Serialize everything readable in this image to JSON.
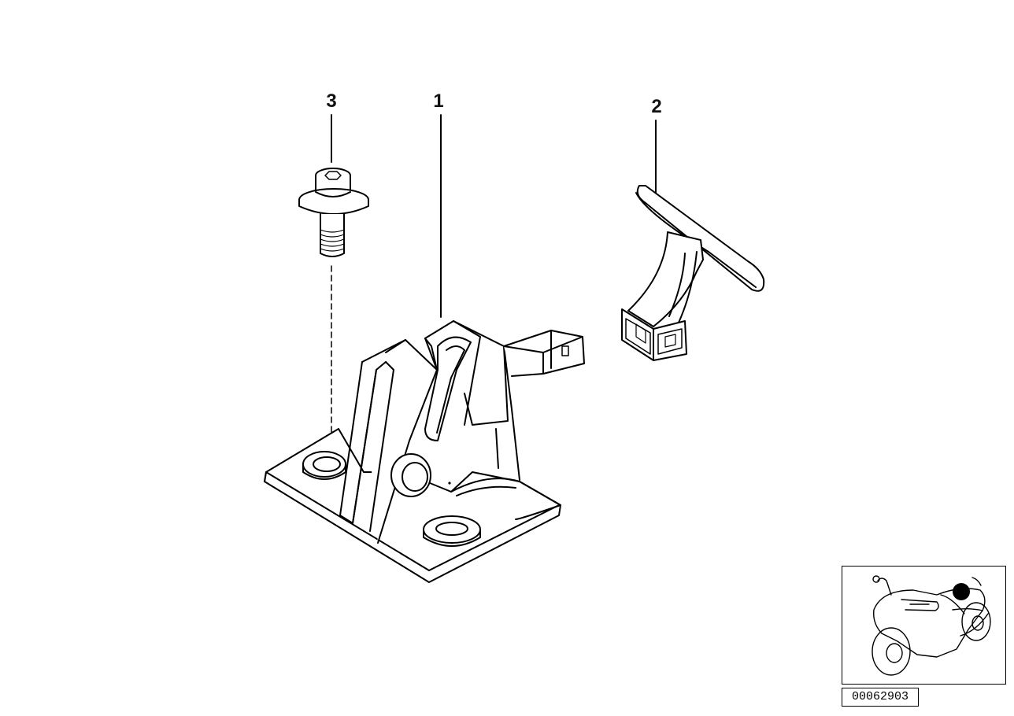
{
  "callouts": {
    "part_1": "1",
    "part_2": "2",
    "part_3": "3"
  },
  "diagram_id": "00062903",
  "colors": {
    "line": "#000000",
    "background": "#ffffff",
    "locator_dot": "#000000"
  },
  "icons": {
    "motorcycle_locator": "motorcycle-locator-icon",
    "screw": "screw-icon",
    "latch_bracket": "latch-bracket-icon",
    "handle": "handle-icon"
  }
}
